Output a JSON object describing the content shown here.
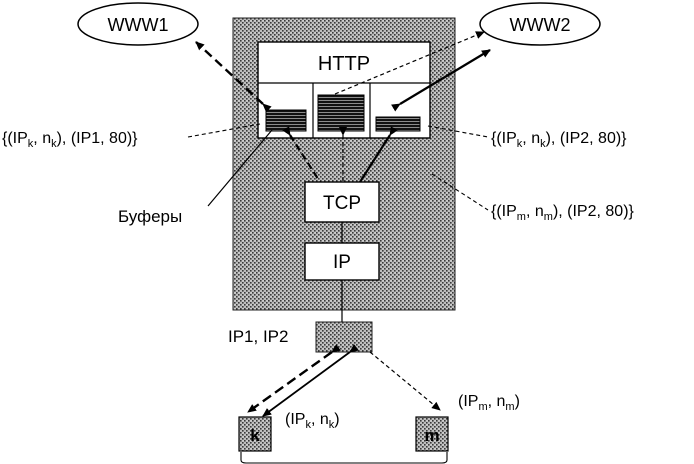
{
  "ellipses": {
    "www1": "WWW1",
    "www2": "WWW2"
  },
  "layers": {
    "http": "HTTP",
    "tcp": "TCP",
    "ip": "IP"
  },
  "interface_label": "IP1, IP2",
  "buffers_label": "Буферы",
  "sockets": {
    "left": {
      "pre": "{(IP",
      "sub1": "k",
      "mid": ", n",
      "sub2": "k",
      "post": "), (IP1, 80)}"
    },
    "right_top": {
      "pre": "{(IP",
      "sub1": "k",
      "mid": ", n",
      "sub2": "k",
      "post": "), (IP2, 80)}"
    },
    "right_mid": {
      "pre": "{(IP",
      "sub1": "m",
      "mid": ", n",
      "sub2": "m",
      "post": "), (IP2, 80)}"
    }
  },
  "clients": {
    "k": {
      "label": "k",
      "addr": {
        "pre": "(IP",
        "sub1": "k",
        "mid": ", n",
        "sub2": "k",
        "post": ")"
      }
    },
    "m": {
      "label": "m",
      "addr": {
        "pre": "(IP",
        "sub1": "m",
        "mid": ", n",
        "sub2": "m",
        "post": ")"
      }
    }
  },
  "colors": {
    "stipple": "#8c8c8c",
    "line": "#000000"
  }
}
